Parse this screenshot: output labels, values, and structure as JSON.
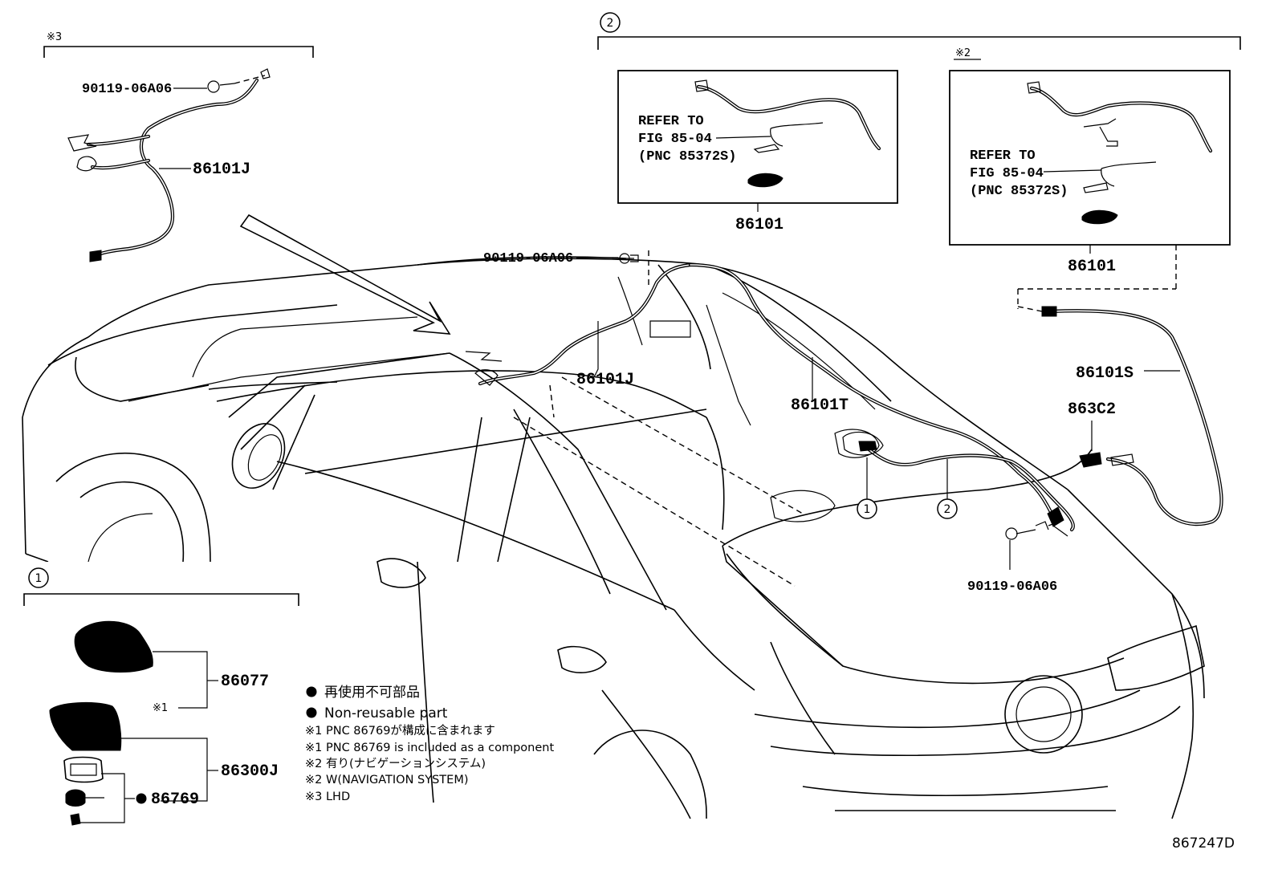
{
  "diagram_id": "867247D",
  "groups": {
    "group1": {
      "marker": "1"
    },
    "group2": {
      "marker": "2"
    },
    "lhd_note": {
      "marker": "※3"
    },
    "nav_note": {
      "marker": "※2"
    }
  },
  "parts": {
    "bolt_upper_left": "90119-06A06",
    "bolt_roof": "90119-06A06",
    "bolt_rear": "90119-06A06",
    "wire_86101J_top": "86101J",
    "wire_86101J_roof": "86101J",
    "wire_86101T": "86101T",
    "wire_86101S": "86101S",
    "part_863C2": "863C2",
    "box2a_part": "86101",
    "box2b_part": "86101",
    "antenna_cover": "86077",
    "antenna_assy": "86300J",
    "gasket": "86769"
  },
  "refer_boxes": [
    {
      "line1": "REFER TO",
      "line2": "FIG 85-04",
      "line3": "(PNC 85372S)"
    },
    {
      "line1": "REFER TO",
      "line2": "FIG 85-04",
      "line3": "(PNC 85372S)"
    }
  ],
  "footnote_marks": {
    "note1": "※1"
  },
  "callouts": {
    "c1": "1",
    "c2": "2"
  },
  "legend": {
    "jp_nonreusable": "再使用不可部品",
    "en_nonreusable": "Non-reusable part",
    "note1_jp": "※1 PNC 86769が構成に含まれます",
    "note1_en": "※1 PNC 86769 is included as a component",
    "note2_jp": "※2 有り(ナビゲーションシステム)",
    "note2_en": "※2 W(NAVIGATION SYSTEM)",
    "note3": "※3 LHD"
  }
}
